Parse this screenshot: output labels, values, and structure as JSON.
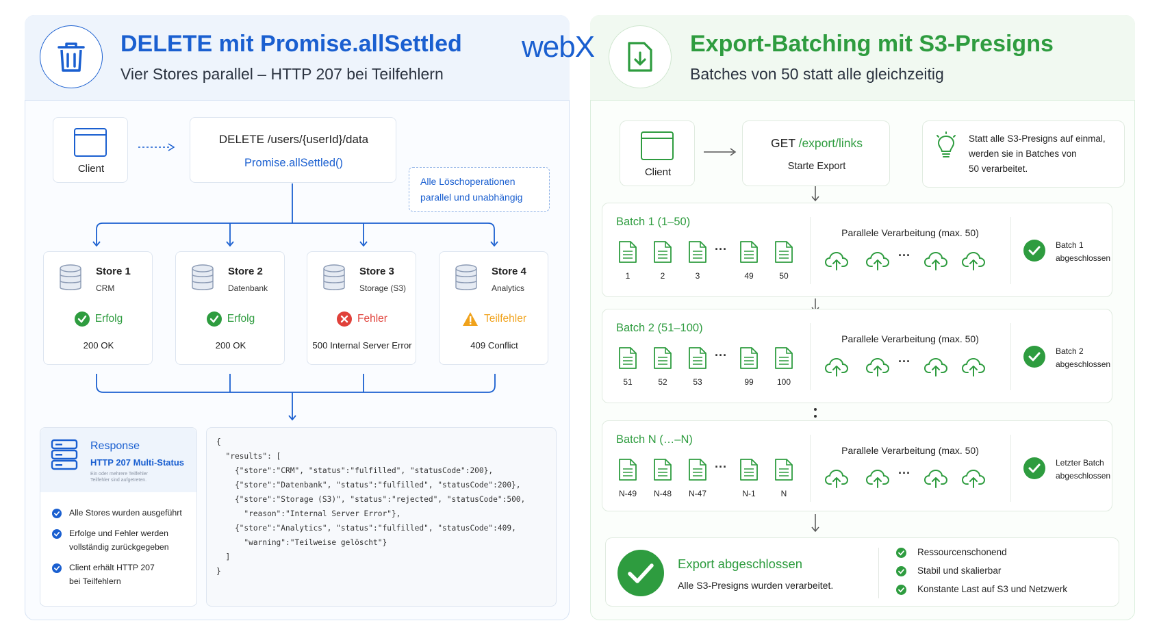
{
  "logo": "webX",
  "left": {
    "title": "DELETE mit Promise.allSettled",
    "subtitle": "Vier Stores parallel – HTTP 207 bei Teilfehlern",
    "client_label": "Client",
    "request_path": "DELETE /users/{userId}/data",
    "request_method": "Promise.allSettled()",
    "note": [
      "Alle Löschoperationen",
      "parallel und unabhängig"
    ],
    "stores": [
      {
        "name": "Store 1",
        "type": "CRM",
        "status": "Erfolg",
        "code": "200 OK",
        "state": "success"
      },
      {
        "name": "Store 2",
        "type": "Datenbank",
        "status": "Erfolg",
        "code": "200 OK",
        "state": "success"
      },
      {
        "name": "Store 3",
        "type": "Storage (S3)",
        "status": "Fehler",
        "code": "500 Internal Server Error",
        "state": "error"
      },
      {
        "name": "Store 4",
        "type": "Analytics",
        "status": "Teilfehler",
        "code": "409 Conflict",
        "state": "warning"
      }
    ],
    "response": {
      "title": "Response",
      "subtitle": "HTTP 207 Multi-Status",
      "small_note": [
        "Ein oder mehrere Teilfehler",
        "Teilfehler sind aufgetreten."
      ],
      "bullets": [
        [
          "Alle Stores wurden ausgeführt"
        ],
        [
          "Erfolge und Fehler werden",
          "vollständig zurückgegeben"
        ],
        [
          "Client erhält HTTP 207",
          "bei Teilfehlern"
        ]
      ]
    },
    "code_lines": [
      "{",
      "  \"results\": [",
      "    {\"store\":\"CRM\", \"status\":\"fulfilled\", \"statusCode\":200},",
      "    {\"store\":\"Datenbank\", \"status\":\"fulfilled\", \"statusCode\":200},",
      "    {\"store\":\"Storage (S3)\", \"status\":\"rejected\", \"statusCode\":500,",
      "      \"reason\":\"Internal Server Error\"},",
      "    {\"store\":\"Analytics\", \"status\":\"fulfilled\", \"statusCode\":409,",
      "      \"warning\":\"Teilweise gelöscht\"}",
      "  ]",
      "}"
    ]
  },
  "right": {
    "title": "Export-Batching mit S3-Presigns",
    "subtitle": "Batches von 50 statt alle gleichzeitig",
    "client_label": "Client",
    "get_method": "GET",
    "get_path": "/export/links",
    "get_sub": "Starte Export",
    "tip": [
      "Statt alle S3-Presigns auf einmal,",
      "werden sie in Batches von",
      "50 verarbeitet."
    ],
    "batches": [
      {
        "title": "Batch 1 (1–50)",
        "files": [
          "1",
          "2",
          "3",
          "49",
          "50"
        ],
        "parallel": "Parallele Verarbeitung (max. 50)",
        "done": [
          "Batch 1",
          "abgeschlossen"
        ]
      },
      {
        "title": "Batch 2 (51–100)",
        "files": [
          "51",
          "52",
          "53",
          "99",
          "100"
        ],
        "parallel": "Parallele Verarbeitung (max. 50)",
        "done": [
          "Batch 2",
          "abgeschlossen"
        ]
      },
      {
        "title": "Batch N (…–N)",
        "files": [
          "N-49",
          "N-48",
          "N-47",
          "N-1",
          "N"
        ],
        "parallel": "Parallele Verarbeitung (max. 50)",
        "done": [
          "Letzter Batch",
          "abgeschlossen"
        ]
      }
    ],
    "final": {
      "title": "Export abgeschlossen",
      "sub": "Alle S3-Presigns wurden verarbeitet.",
      "bullets": [
        "Ressourcenschonend",
        "Stabil und skalierbar",
        "Konstante Last auf S3 und Netzwerk"
      ]
    }
  },
  "colors": {
    "blue": "#1a5fd0",
    "green": "#2e9c3f",
    "red": "#e0413a",
    "orange": "#f0a21b"
  }
}
